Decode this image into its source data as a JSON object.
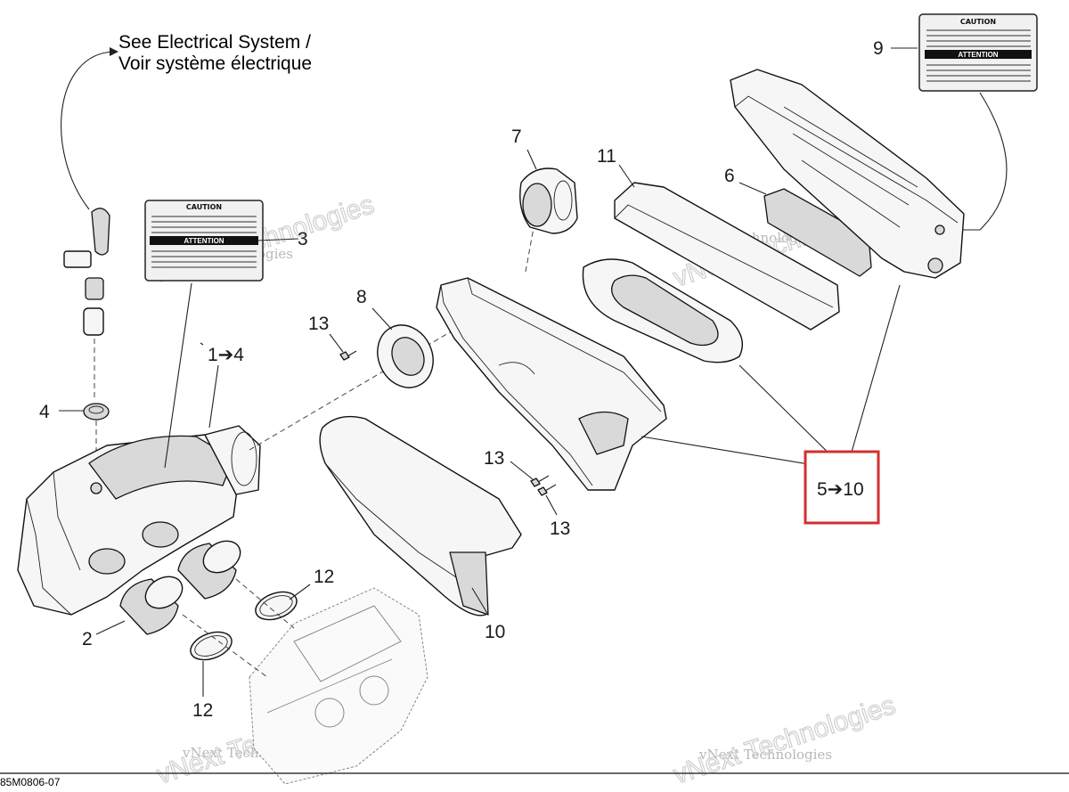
{
  "diagram": {
    "reference_note_line1": "See Electrical System /",
    "reference_note_line2": "Voir système électrique",
    "drawing_code": "85M0806-07",
    "highlight_color": "#d32f2f",
    "callouts": {
      "c1": "1➔4",
      "c2": "2",
      "c3": "3",
      "c4": "4",
      "c5": "5➔10",
      "c6": "6",
      "c7": "7",
      "c8": "8",
      "c9": "9",
      "c10": "10",
      "c11": "11",
      "c12a": "12",
      "c12b": "12",
      "c13a": "13",
      "c13b": "13",
      "c13c": "13"
    },
    "caution_label": {
      "caution": "CAUTION",
      "attention": "ATTENTION"
    },
    "watermark": "vNext Technologies",
    "watermark_big": "vNext Technologies"
  }
}
